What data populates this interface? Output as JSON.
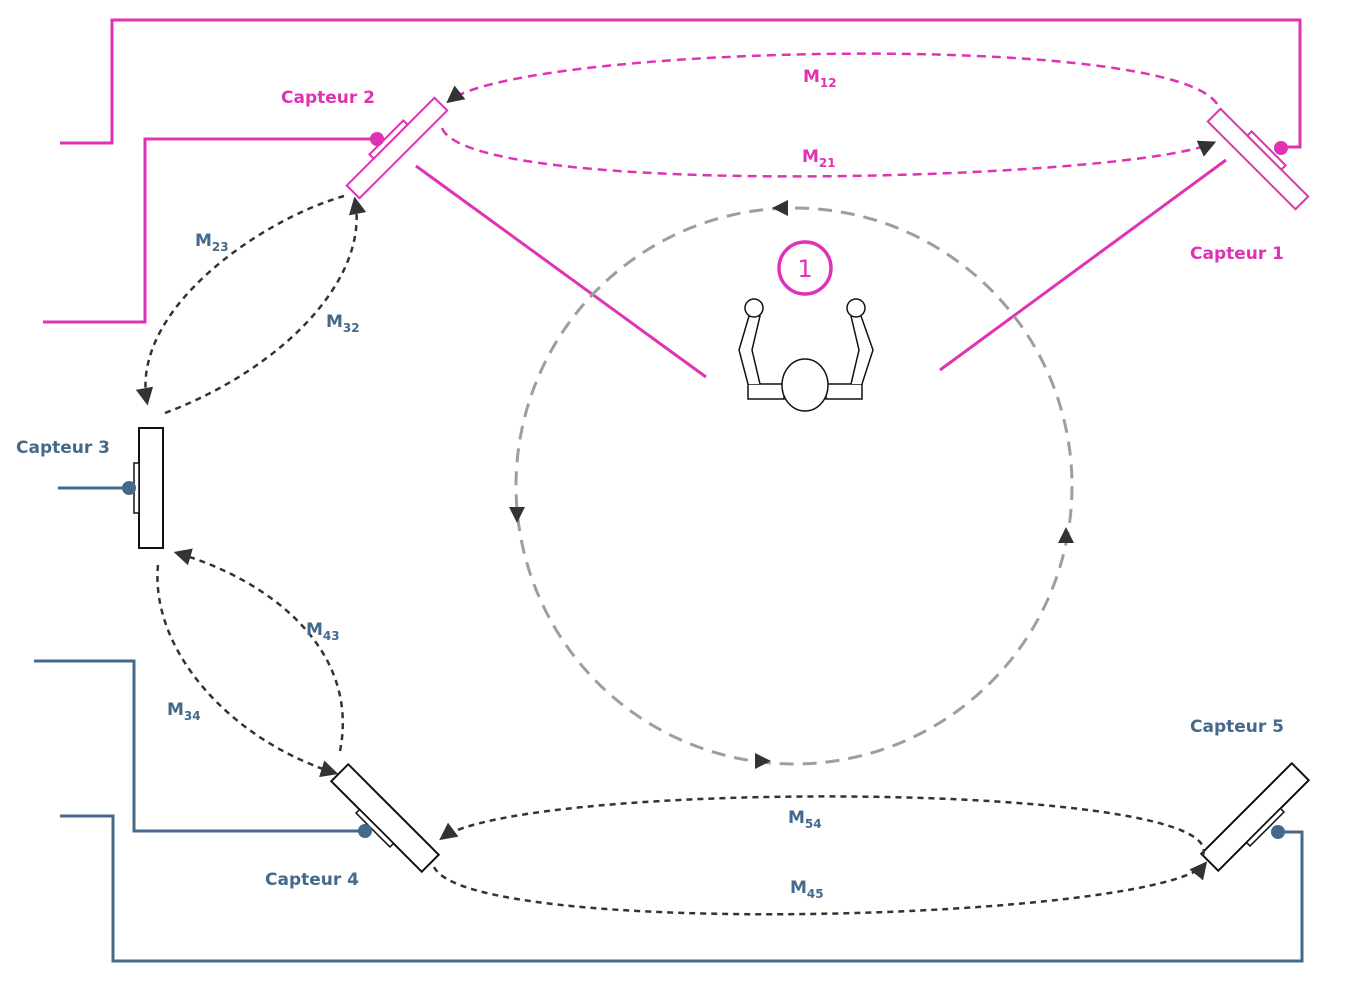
{
  "colors": {
    "magenta": "#e032b4",
    "blue": "#45698b",
    "dark": "#333333",
    "gray": "#9e9e9e",
    "black": "#111111"
  },
  "sensors": [
    {
      "label": "Capteur 1",
      "color": "magenta"
    },
    {
      "label": "Capteur 2",
      "color": "magenta"
    },
    {
      "label": "Capteur 3",
      "color": "blue"
    },
    {
      "label": "Capteur 4",
      "color": "blue"
    },
    {
      "label": "Capteur 5",
      "color": "blue"
    }
  ],
  "measurements": {
    "m12": {
      "main": "M",
      "sub": "12"
    },
    "m21": {
      "main": "M",
      "sub": "21"
    },
    "m23": {
      "main": "M",
      "sub": "23"
    },
    "m32": {
      "main": "M",
      "sub": "32"
    },
    "m34": {
      "main": "M",
      "sub": "34"
    },
    "m43": {
      "main": "M",
      "sub": "43"
    },
    "m45": {
      "main": "M",
      "sub": "45"
    },
    "m54": {
      "main": "M",
      "sub": "54"
    }
  },
  "marker": {
    "number": "1"
  },
  "icons": {
    "person": "person-top-view-icon",
    "sensor": "sensor-plate-icon"
  }
}
